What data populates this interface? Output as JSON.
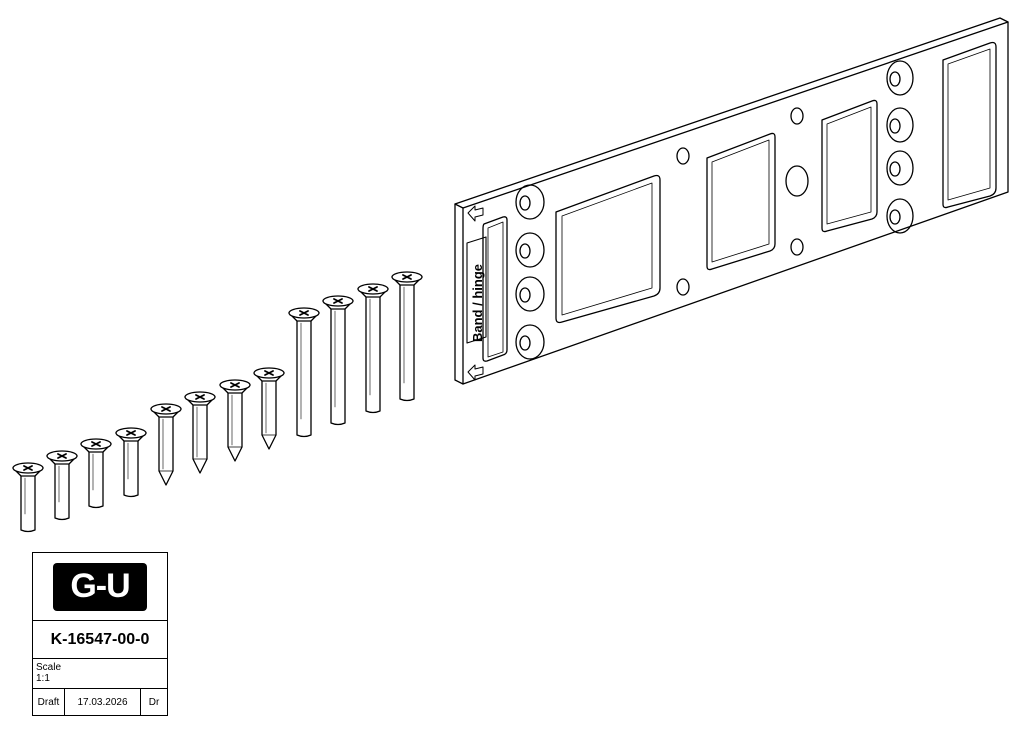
{
  "plate": {
    "label": "Band / hinge"
  },
  "title_block": {
    "logo": "G-U",
    "part_number": "K-16547-00-0",
    "scale_label": "Scale",
    "scale_value": "1:1",
    "status": "Draft",
    "date": "17.03.2026",
    "author": "Dr"
  },
  "screws": [
    {
      "id": "screw-1",
      "type": "machine"
    },
    {
      "id": "screw-2",
      "type": "machine"
    },
    {
      "id": "screw-3",
      "type": "machine"
    },
    {
      "id": "screw-4",
      "type": "machine"
    },
    {
      "id": "screw-5",
      "type": "wood"
    },
    {
      "id": "screw-6",
      "type": "wood"
    },
    {
      "id": "screw-7",
      "type": "wood"
    },
    {
      "id": "screw-8",
      "type": "wood"
    },
    {
      "id": "screw-9",
      "type": "machine-long"
    },
    {
      "id": "screw-10",
      "type": "machine-long"
    },
    {
      "id": "screw-11",
      "type": "machine-long"
    },
    {
      "id": "screw-12",
      "type": "machine-long"
    }
  ]
}
